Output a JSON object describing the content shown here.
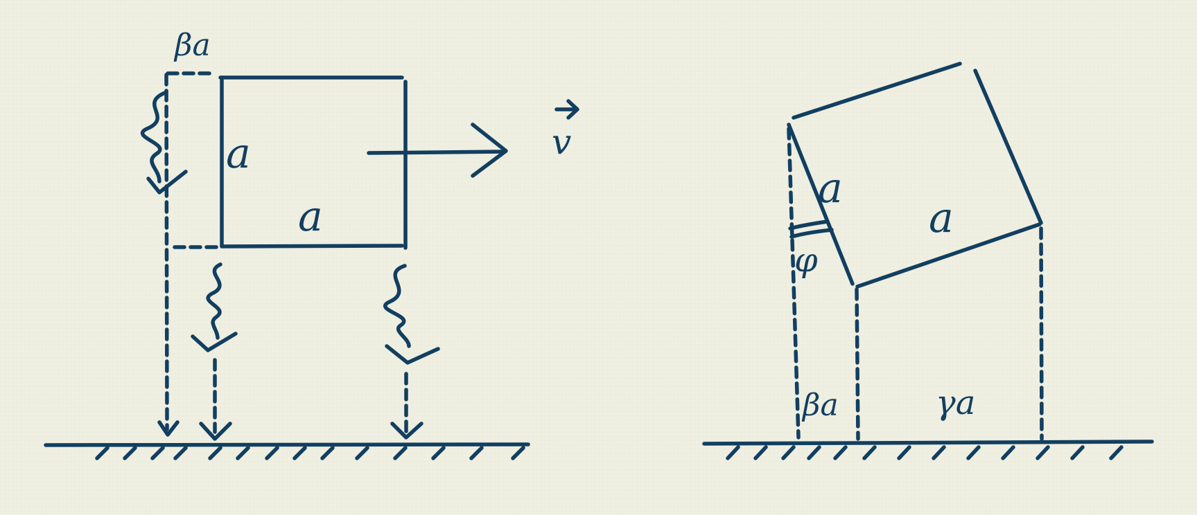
{
  "colors": {
    "background": "#eeeee1",
    "ink": "#123f60"
  },
  "left_diagram": {
    "label_beta_a": "βa",
    "label_side_vertical": "a",
    "label_side_horizontal": "a",
    "label_velocity": "v"
  },
  "right_diagram": {
    "label_side_left": "a",
    "label_side_bottom": "a",
    "label_angle": "φ",
    "label_beta_a": "βa",
    "label_gamma_a": "γa"
  }
}
